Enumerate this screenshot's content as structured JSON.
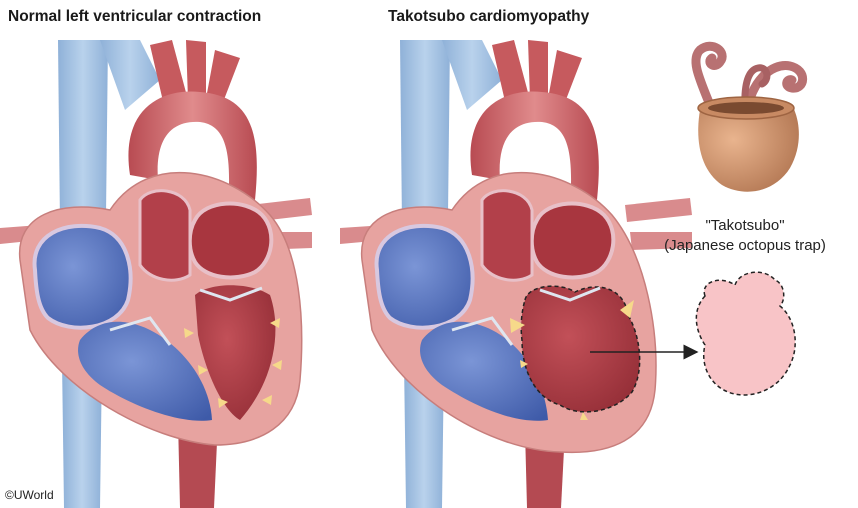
{
  "panels": {
    "left_title": "Normal left ventricular contraction",
    "right_title": "Takotsubo cardiomyopathy"
  },
  "trap": {
    "name": "\"Takotsubo\"",
    "description": "(Japanese octopus trap)"
  },
  "credit": "©UWorld",
  "colors": {
    "vein_blue": "#a9c6e4",
    "aorta_red": "#c65a5e",
    "myocardium_pink": "#e7a3a0",
    "right_ventricle_blue": "#5a79c4",
    "left_ventricle_red": "#a8363f",
    "pot_brown": "#d29a73",
    "tentacle": "#b87172",
    "outline_fill": "#f8c4c7",
    "arrow_yellow": "#f6d98a"
  },
  "icons": [
    "heart-illustration",
    "octopus-trap-pot",
    "apical-ballooning-outline",
    "pointer-arrow"
  ]
}
